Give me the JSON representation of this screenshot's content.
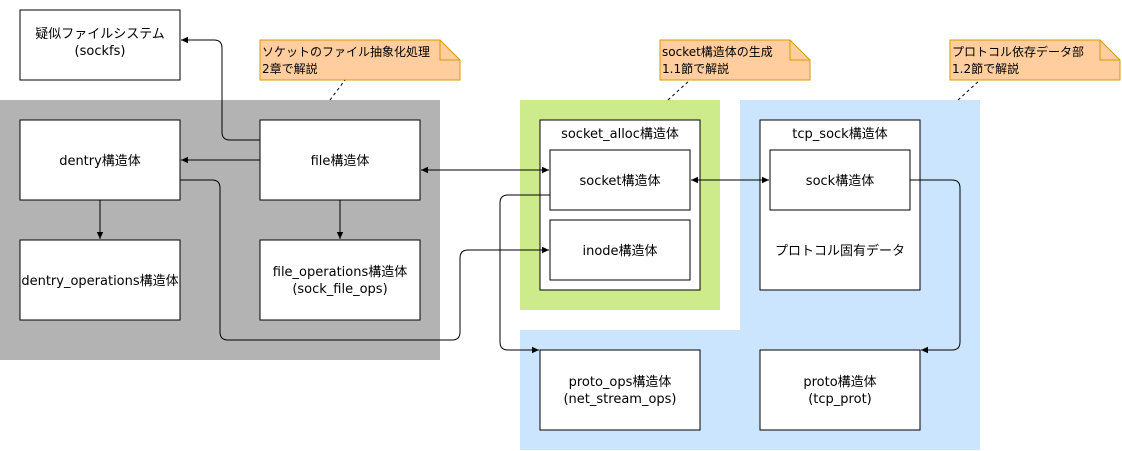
{
  "regions": {
    "gray_bg": "#b3b3b3",
    "green_bg": "#cdeb8b",
    "blue_bg": "#cce5ff"
  },
  "notes": {
    "fill": "#ffcd9e",
    "stroke": "#d79b00",
    "note1": {
      "line1": "ソケットのファイル抽象化処理",
      "line2": "2章で解説"
    },
    "note2": {
      "line1": "socket構造体の生成",
      "line2": "1.1節で解説"
    },
    "note3": {
      "line1": "プロトコル依存データ部",
      "line2": "1.2節で解説"
    }
  },
  "boxes": {
    "sockfs": {
      "line1": "疑似ファイルシステム",
      "line2": "(sockfs)"
    },
    "dentry": "dentry構造体",
    "file": "file構造体",
    "dentry_ops": "dentry_operations構造体",
    "file_ops": {
      "line1": "file_operations構造体",
      "line2": "(sock_file_ops)"
    },
    "socket_alloc": "socket_alloc構造体",
    "socket": "socket構造体",
    "inode": "inode構造体",
    "tcp_sock": "tcp_sock構造体",
    "sock": "sock構造体",
    "proto_data": "プロトコル固有データ",
    "proto_ops": {
      "line1": "proto_ops構造体",
      "line2": "(net_stream_ops)"
    },
    "proto": {
      "line1": "proto構造体",
      "line2": "(tcp_prot)"
    }
  }
}
